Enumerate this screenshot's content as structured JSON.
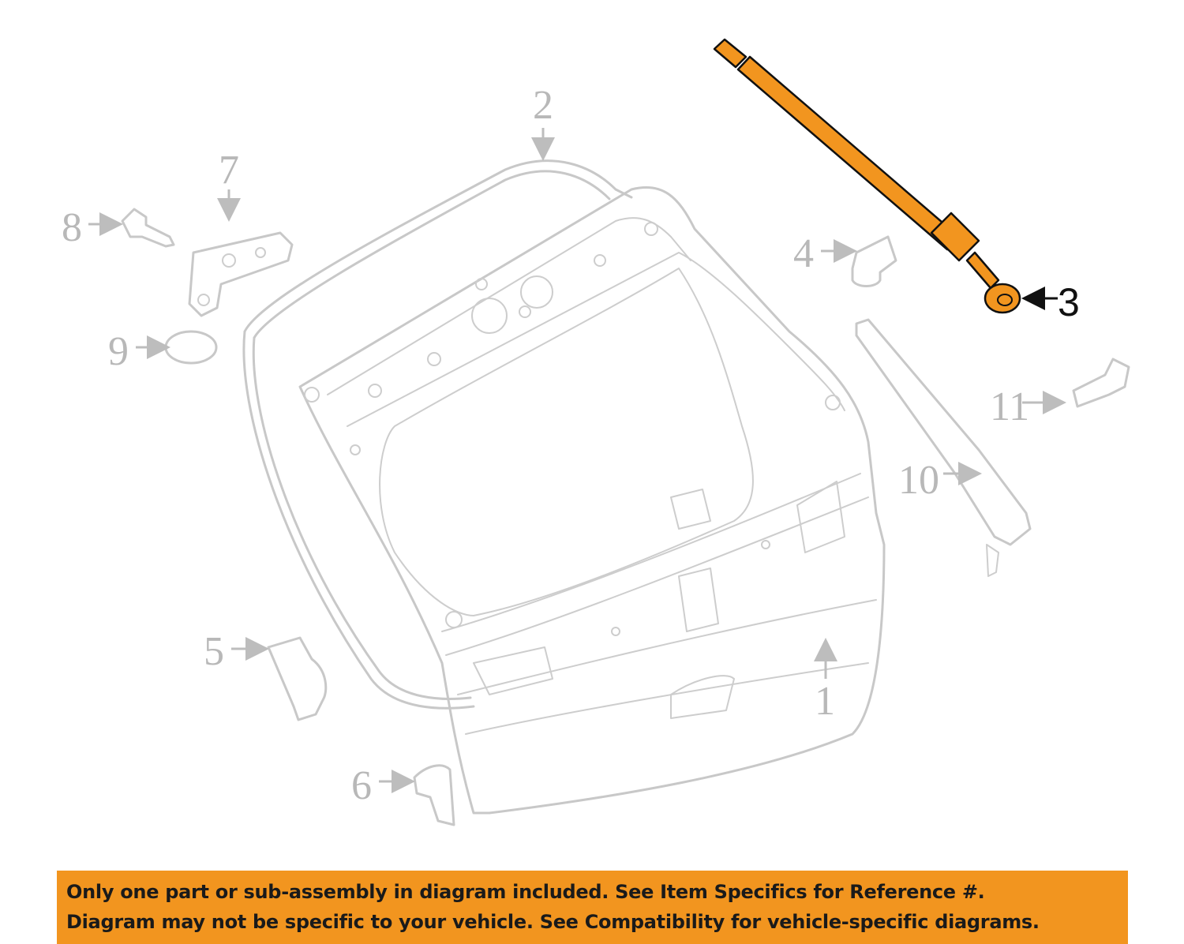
{
  "diagram": {
    "highlight_color": "#f2951f",
    "callouts": [
      {
        "id": "1",
        "label": "1"
      },
      {
        "id": "2",
        "label": "2"
      },
      {
        "id": "3",
        "label": "3",
        "highlighted": true
      },
      {
        "id": "4",
        "label": "4"
      },
      {
        "id": "5",
        "label": "5"
      },
      {
        "id": "6",
        "label": "6"
      },
      {
        "id": "7",
        "label": "7"
      },
      {
        "id": "8",
        "label": "8"
      },
      {
        "id": "9",
        "label": "9"
      },
      {
        "id": "10",
        "label": "10"
      },
      {
        "id": "11",
        "label": "11"
      }
    ]
  },
  "disclaimer": {
    "line1": "Only one part or sub-assembly in diagram included. See Item Specifics for Reference #.",
    "line2": "Diagram may not be specific to your vehicle. See Compatibility for vehicle-specific diagrams."
  }
}
